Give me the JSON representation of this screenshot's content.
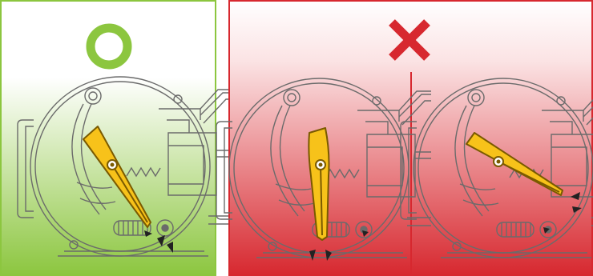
{
  "panels": [
    {
      "id": "correct",
      "mark": "circle-mark-icon",
      "color": "#8cc63f",
      "meaning": "correct"
    },
    {
      "id": "incorrect",
      "mark": "cross-mark-icon",
      "color": "#d7282f",
      "meaning": "incorrect"
    }
  ],
  "diagrams": [
    {
      "id": "correct-position",
      "lever": "lever-tip-down-right"
    },
    {
      "id": "incorrect-position-vertical",
      "lever": "lever-tip-down"
    },
    {
      "id": "incorrect-position-horizontal",
      "lever": "lever-tip-right"
    }
  ],
  "colors": {
    "green": "#8cc63f",
    "red": "#d7282f",
    "lever": "#f7c21a",
    "lever_outline": "#7a5a00",
    "line": "#666666"
  }
}
